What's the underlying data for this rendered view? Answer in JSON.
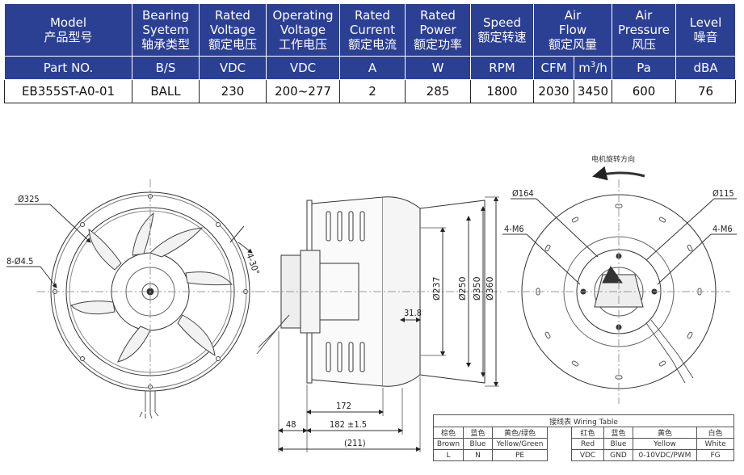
{
  "spec_table": {
    "headers": [
      {
        "en": "Model",
        "zh": "产品型号",
        "unit": "Part NO.",
        "value": "EB355ST-A0-01"
      },
      {
        "en": "Bearing Syetem",
        "zh": "轴承类型",
        "unit": "B/S",
        "value": "BALL"
      },
      {
        "en": "Rated Voltage",
        "zh": "额定电压",
        "unit": "VDC",
        "value": "230"
      },
      {
        "en": "Operating Voltage",
        "zh": "工作电压",
        "unit": "VDC",
        "value": "200~277"
      },
      {
        "en": "Rated Current",
        "zh": "额定电流",
        "unit": "A",
        "value": "2"
      },
      {
        "en": "Rated Power",
        "zh": "额定功率",
        "unit": "W",
        "value": "285"
      },
      {
        "en": "Speed",
        "zh": "额定转速",
        "unit": "RPM",
        "value": "1800"
      },
      {
        "en": "Air Flow",
        "zh": "额定风量",
        "units": [
          "CFM",
          "m3/h"
        ],
        "values": [
          "2030",
          "3450"
        ]
      },
      {
        "en": "Air Pressure",
        "zh": "风压",
        "unit": "Pa",
        "value": "600"
      },
      {
        "en": "Level",
        "zh": "噪音",
        "unit": "dBA",
        "value": "76"
      }
    ],
    "labels": {
      "model_en": "Model",
      "model_zh": "产品型号",
      "bearing_en1": "Bearing",
      "bearing_en2": "Syetem",
      "bearing_zh": "轴承类型",
      "voltage_en1": "Rated",
      "voltage_en2": "Voltage",
      "voltage_zh": "额定电压",
      "opv_en1": "Operating",
      "opv_en2": "Voltage",
      "opv_zh": "工作电压",
      "current_en1": "Rated",
      "current_en2": "Current",
      "current_zh": "额定电流",
      "power_en1": "Rated",
      "power_en2": "Power",
      "power_zh": "额定功率",
      "speed_en": "Speed",
      "speed_zh": "额定转速",
      "flow_en1": "Air",
      "flow_en2": "Flow",
      "flow_zh": "额定风量",
      "pressure_en1": "Air",
      "pressure_en2": "Pressure",
      "pressure_zh": "风压",
      "level_en": "Level",
      "level_zh": "噪音"
    },
    "units": {
      "part_no": "Part NO.",
      "bs": "B/S",
      "vdc1": "VDC",
      "vdc2": "VDC",
      "a": "A",
      "w": "W",
      "rpm": "RPM",
      "cfm": "CFM",
      "m3h_m": "m",
      "m3h_sup": "3",
      "m3h_h": "/h",
      "pa": "Pa",
      "dba": "dBA"
    },
    "values": {
      "part_no": "EB355ST-A0-01",
      "bs": "BALL",
      "rated_voltage": "230",
      "operating_voltage": "200~277",
      "current": "2",
      "power": "285",
      "speed": "1800",
      "cfm": "2030",
      "m3h": "3450",
      "pressure": "600",
      "level": "76"
    }
  },
  "drawing": {
    "left_view": {
      "outer_dia": "Ø325",
      "holes": "8-Ø4.5",
      "angle": "4-30°"
    },
    "side_view": {
      "d237": "Ø237",
      "d250": "Ø250",
      "d350": "Ø350",
      "d360": "Ø360",
      "d31_8": "31.8",
      "l172": "172",
      "l182": "182 ±1.5",
      "l48": "48",
      "l211": "(211)"
    },
    "right_view": {
      "rotation_note": "电机旋转方向",
      "d164": "Ø164",
      "d115": "Ø115",
      "m6_left": "4-M6",
      "m6_right": "4-M6"
    }
  },
  "wiring_table": {
    "title": "接线表 Wiring Table",
    "zh": [
      "棕色",
      "蓝色",
      "黄色/绿色",
      "红色",
      "蓝色",
      "黄色",
      "白色"
    ],
    "en": [
      "Brown",
      "Blue",
      "Yellow/Green",
      "Red",
      "Blue",
      "Yellow",
      "White"
    ],
    "fn": [
      "L",
      "N",
      "PE",
      "VDC",
      "GND",
      "0-10VDC/PWM",
      "FG"
    ]
  },
  "colors": {
    "header_bg": "#2b3f93",
    "header_text": "#ffffff",
    "line": "#333333"
  }
}
